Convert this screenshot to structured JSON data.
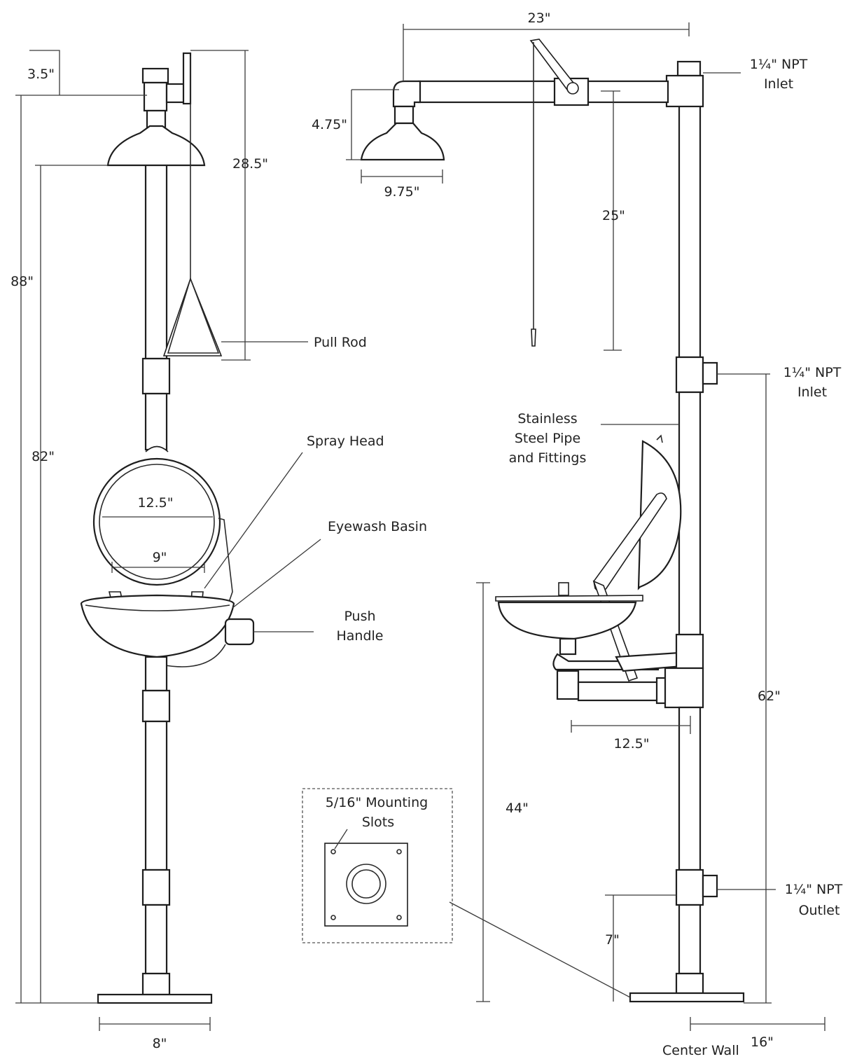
{
  "labels": {
    "dim_3_5": "3.5\"",
    "dim_28_5": "28.5\"",
    "dim_88": "88\"",
    "dim_82": "82\"",
    "dim_8": "8\"",
    "dim_12_5_bowl": "12.5\"",
    "dim_9": "9\"",
    "dim_23": "23\"",
    "dim_4_75": "4.75\"",
    "dim_9_75": "9.75\"",
    "dim_25": "25\"",
    "dim_12_5_arm": "12.5\"",
    "dim_44": "44\"",
    "dim_62": "62\"",
    "dim_7": "7\"",
    "dim_16": "16\"",
    "pull_rod": "Pull Rod",
    "spray_head": "Spray Head",
    "eyewash_basin": "Eyewash Basin",
    "push_handle_1": "Push",
    "push_handle_2": "Handle",
    "inlet_top_1": "1¼\" NPT",
    "inlet_top_2": "Inlet",
    "inlet_mid_1": "1¼\" NPT",
    "inlet_mid_2": "Inlet",
    "outlet_1": "1¼\" NPT",
    "outlet_2": "Outlet",
    "pipe_1": "Stainless",
    "pipe_2": "Steel Pipe",
    "pipe_3": "and Fittings",
    "mount_1": "5/16\" Mounting",
    "mount_2": "Slots",
    "center_wall": "Center Wall"
  }
}
